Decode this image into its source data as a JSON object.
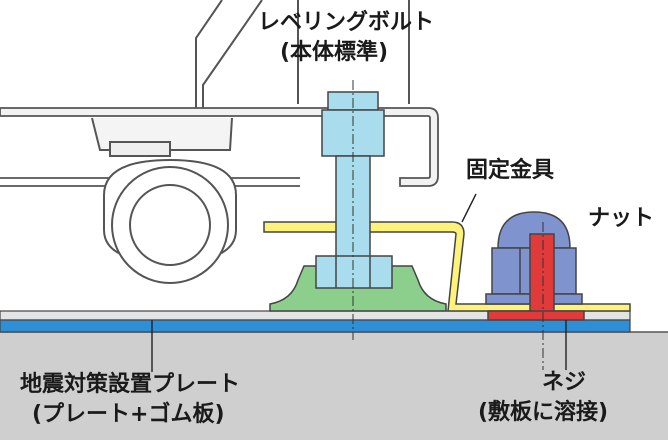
{
  "labels": {
    "leveling_bolt": "レベリングボルト",
    "leveling_bolt_note": "(本体標準)",
    "fixing_bracket": "固定金具",
    "nut": "ナット",
    "base_plate": "地震対策設置プレート",
    "base_plate_note": "(プレート+ゴム板)",
    "screw": "ネジ",
    "screw_note": "(敷板に溶接)"
  },
  "colors": {
    "floor": "#cfcfcf",
    "plate_blue": "#2e8fd6",
    "rubber_green": "#8ccf8c",
    "bolt_cyan": "#a9dcec",
    "bracket_yellow": "#fff27a",
    "nut_blue": "#7f93cf",
    "screw_red": "#e03a3a",
    "outline": "#333333"
  }
}
